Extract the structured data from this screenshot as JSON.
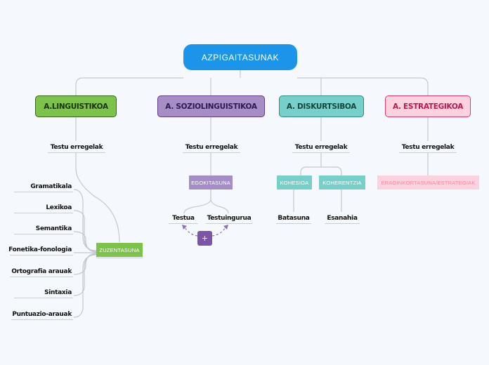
{
  "root": "AZPIGAITASUNAK",
  "branches": {
    "linguistikoa": {
      "title": "A.LINGUISTIKOA",
      "label": "Testu erregelak",
      "tag": "ZUZENTASUNA",
      "items": [
        "Gramatikala",
        "Lexikoa",
        "Semantika",
        "Fonetika-fonologia",
        "Ortografia arauak",
        "Sintaxia",
        "Puntuazio-arauak"
      ]
    },
    "soziolinguistikoa": {
      "title": "A. SOZIOLINGUISTIKOA",
      "label": "Testu erregelak",
      "tag": "EGOKITASUNA",
      "items": [
        "Testua",
        "Testuingurua"
      ],
      "plus": "+"
    },
    "diskurtsiboa": {
      "title": "A. DISKURTSIBOA",
      "label": "Testu erregelak",
      "tags": [
        "KOHESIOA",
        "KOHERENTZIA"
      ],
      "items": [
        "Batasuna",
        "Esanahia"
      ]
    },
    "estrategikoa": {
      "title": "A. ESTRATEGIKOA",
      "label": "Testu erregelak",
      "tag": "ERAGINKORTASUNA/ESTRATEGIAK"
    }
  },
  "colors": {
    "background": "#f5f8fd",
    "root": "#1b95ea",
    "linguistikoa": "#7dc24a",
    "soziolinguistikoa": "#a58ec6",
    "diskurtsiboa": "#76cfc8",
    "estrategikoa": "#fbd2de",
    "connector": "#c3c9d0"
  }
}
